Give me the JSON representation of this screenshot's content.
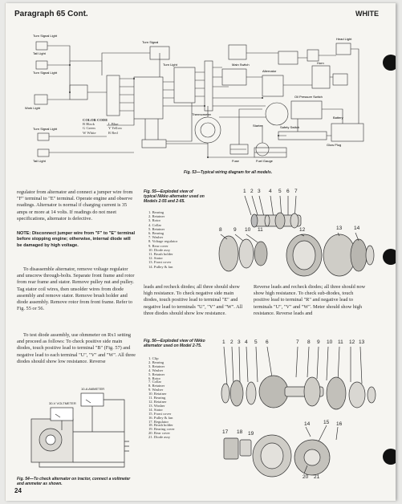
{
  "header": {
    "title": "Paragraph 65 Cont.",
    "brand": "WHITE",
    "page_number": "24"
  },
  "wiring": {
    "caption": "Fig. 53—Typical wiring diagram for all models.",
    "color_code_title": "COLOR CODE",
    "color_code": [
      "B Black",
      "L Blue",
      "G Green",
      "Y Yellow",
      "W White",
      "R Red"
    ],
    "labels": {
      "tail_light": "Tail Light",
      "turn_signal_light": "Turn Signal Light",
      "turn_signal": "Turn Signal",
      "turn_light": "Turn Light",
      "head_light": "Head Light",
      "work_light": "Work Light",
      "main_switch": "Main Switch",
      "horn": "Horn",
      "starter": "Starter",
      "battery": "Battery",
      "alternator": "Alternator",
      "oil_pressure_switch": "Oil Pressure Switch",
      "safety_switch": "Safety Switch",
      "glow_plugs": "Glow Plug",
      "fuse": "Fuse",
      "thermometer": "Thermometer",
      "fuel_gauge": "Fuel Gauge"
    }
  },
  "text": {
    "col1_top": "regulator from alternator and connect a jumper wire from \"F\" terminal to \"E\" terminal. Operate engine and observe readings. Alternator is normal if charging current is 35 amps or more at 14 volts. If readings do not meet specifications, alternator is defective.",
    "note": "NOTE: Disconnect jumper wire from \"F\" to \"E\" terminal before stopping engine; otherwise, internal diode will be damaged by high voltage.",
    "col1_mid": "To disassemble alternator, remove voltage regulator and unscrew through-bolts. Separate front frame and rotor from rear frame and stator. Remove pulley nut and pulley. Tag stator coil wires, then unsolder wires from diode assembly and remove stator. Remove brush holder and diode assembly. Remove rotor from front frame. Refer to Fig. 55 or 56.",
    "col1_bottom": "To test diode assembly, use ohmmeter on Rx1 setting and proceed as follows: To check positive side main diodes, touch positive lead to terminal \"B\" (Fig. 57) and negative lead to each terminal \"U\", \"V\" and \"W\". All three diodes should show low resistance. Reverse",
    "col2": "leads and recheck diodes; all three should show high resistance. To check negative side main diodes, touch positive lead to terminal \"E\" and negative lead to terminals \"U\", \"V\" and \"W\". All three diodes should show low resistance.",
    "col3": "Reverse leads and recheck diodes; all three should now show high resistance. To check sub-diodes, touch positive lead to terminal \"R\" and negative lead to terminals \"U\", \"V\" and \"W\". Meter should show high resistance. Reverse leads and"
  },
  "fig55": {
    "caption": "Fig. 55—Exploded view of typical Nikko alternator used on Models 2-55 and 2-65.",
    "parts": [
      "1. Bearing",
      "2. Retainer",
      "3. Rotor",
      "4. Collar",
      "5. Retainer",
      "6. Bearing",
      "7. Washer",
      "8. Voltage regulator",
      "9. Rear cover",
      "10. Diode assy",
      "11. Brush holder",
      "12. Stator",
      "13. Front cover",
      "14. Pulley & fan"
    ],
    "callouts_top": [
      "1",
      "2",
      "3",
      "4",
      "5",
      "6",
      "7"
    ],
    "callouts_mid": [
      "8",
      "9",
      "10",
      "11",
      "12",
      "13",
      "14"
    ]
  },
  "fig56": {
    "caption": "Fig. 56—Exploded view of Nikko alternator used on Model 2-75.",
    "parts": [
      "1. Clip",
      "2. Bearing",
      "3. Retainer",
      "4. Washer",
      "5. Retainer",
      "6. Rotor",
      "7. Collar",
      "8. Retainer",
      "9. Washer",
      "10. Retainer",
      "11. Bearing",
      "12. Retainer",
      "13. Washer",
      "14. Stator",
      "15. Front cover",
      "16. Pulley & fan",
      "17. Regulator",
      "18. Brush holder",
      "19. Bearing cover",
      "20. Rear cover",
      "21. Diode assy"
    ],
    "callouts_top": [
      "1",
      "2",
      "3",
      "4",
      "5",
      "6",
      "7",
      "8",
      "9",
      "10",
      "11",
      "12",
      "13"
    ],
    "callouts_mid": [
      "14",
      "15",
      "16"
    ],
    "callouts_bottom": [
      "17",
      "18",
      "19",
      "20",
      "21"
    ]
  },
  "fig54": {
    "caption": "Fig. 54—To check alternator on tractor, connect a voltmeter and ammeter as shown.",
    "ammeter_label": "10-A AMMETER",
    "voltmeter_label": "30-V VOLTMETER"
  }
}
